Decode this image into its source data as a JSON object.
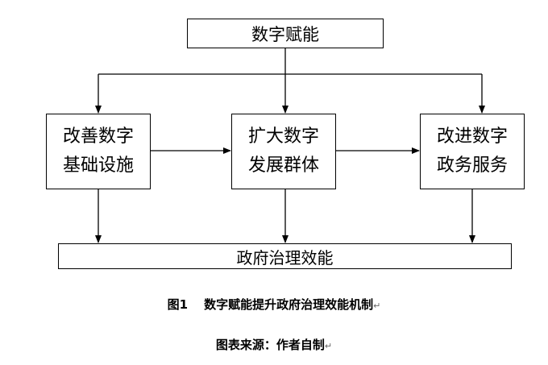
{
  "diagram": {
    "top_node": "数字赋能",
    "middle_nodes": [
      {
        "line1": "改善数字",
        "line2": "基础设施"
      },
      {
        "line1": "扩大数字",
        "line2": "发展群体"
      },
      {
        "line1": "改进数字",
        "line2": "政务服务"
      }
    ],
    "bottom_node": "政府治理效能"
  },
  "caption": {
    "figure_label": "图1",
    "figure_title": "数字赋能提升政府治理效能机制",
    "source": "图表来源：作者自制"
  }
}
